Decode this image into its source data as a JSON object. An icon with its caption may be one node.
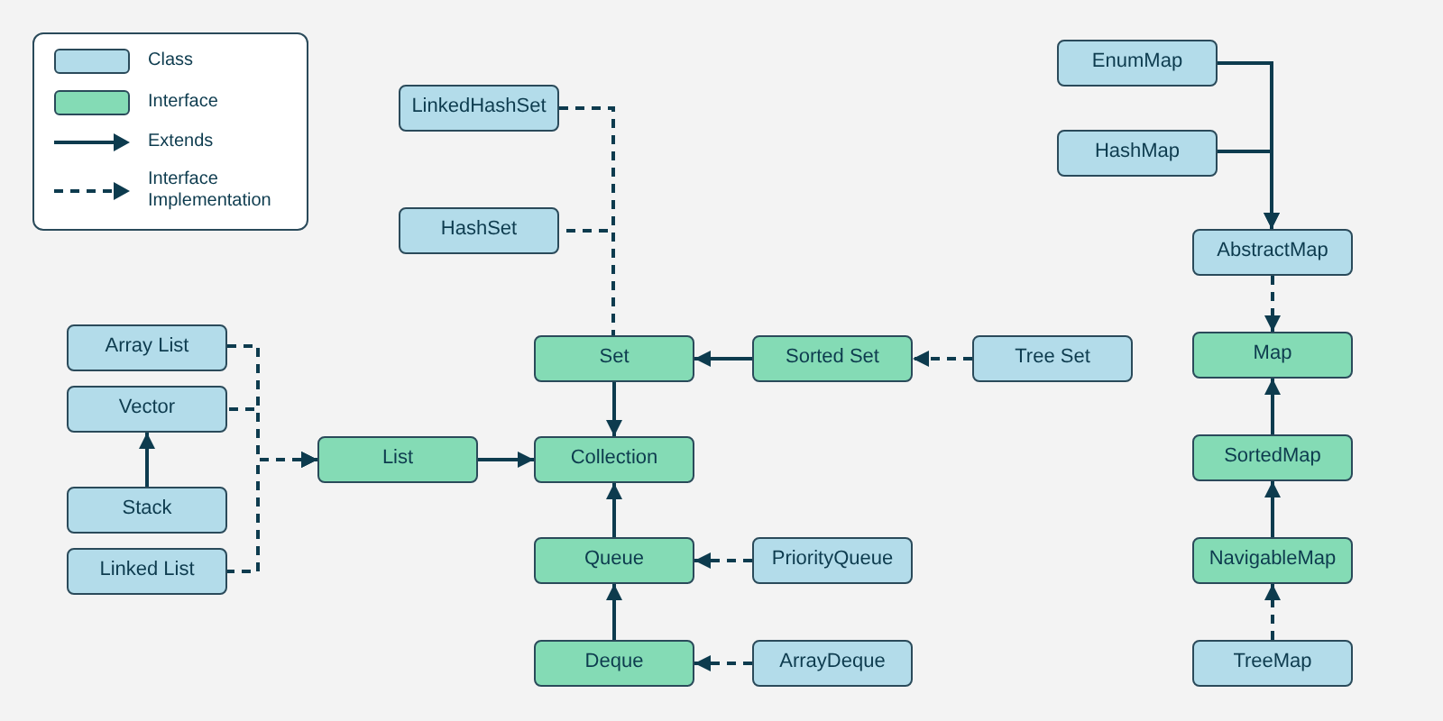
{
  "diagram": {
    "nodes": [
      {
        "text": [
          "LinkedHashSet"
        ]
      },
      {
        "text": [
          "HashSet"
        ]
      },
      {
        "text": [
          "EnumMap"
        ]
      },
      {
        "text": [
          "HashMap"
        ]
      },
      {
        "text": [
          "AbstractMap"
        ]
      },
      {
        "text": [
          "Set"
        ]
      },
      {
        "text": [
          "Sorted Set"
        ]
      },
      {
        "text": [
          "Tree Set"
        ]
      },
      {
        "text": [
          "Map"
        ]
      },
      {
        "text": [
          "Array List"
        ]
      },
      {
        "text": [
          "Vector"
        ]
      },
      {
        "text": [
          "List"
        ]
      },
      {
        "text": [
          "Collection"
        ]
      },
      {
        "text": [
          "SortedMap"
        ]
      },
      {
        "text": [
          "Stack"
        ]
      },
      {
        "text": [
          "Queue"
        ]
      },
      {
        "text": [
          "PriorityQueue"
        ]
      },
      {
        "text": [
          "NavigableMap"
        ]
      },
      {
        "text": [
          "Linked List"
        ]
      },
      {
        "text": [
          "Deque"
        ]
      },
      {
        "text": [
          "ArrayDeque"
        ]
      },
      {
        "text": [
          "TreeMap"
        ]
      }
    ],
    "edges": [
      {
        "from": 0,
        "to": 5,
        "arrow": "none",
        "style": "dashed"
      },
      {
        "from": 1,
        "to": 5,
        "arrow": "none",
        "style": "dashed"
      },
      {
        "from": 2,
        "to": 4,
        "arrow": "to"
      },
      {
        "from": 3,
        "to": 4,
        "arrow": "to"
      },
      {
        "from": 4,
        "to": 8,
        "arrow": "to",
        "style": "dashed"
      },
      {
        "from": 6,
        "to": 5,
        "arrow": "to"
      },
      {
        "from": 7,
        "to": 6,
        "arrow": "to",
        "style": "dashed"
      },
      {
        "from": 5,
        "to": 12,
        "arrow": "to"
      },
      {
        "from": 9,
        "to": 11,
        "arrow": "to",
        "style": "dashed"
      },
      {
        "from": 10,
        "to": 11,
        "arrow": "to",
        "style": "dashed"
      },
      {
        "from": 14,
        "to": 10,
        "arrow": "to"
      },
      {
        "from": 18,
        "to": 11,
        "arrow": "to",
        "style": "dashed"
      },
      {
        "from": 11,
        "to": 12,
        "arrow": "to"
      },
      {
        "from": 13,
        "to": 8,
        "arrow": "to"
      },
      {
        "from": 15,
        "to": 12,
        "arrow": "to"
      },
      {
        "from": 16,
        "to": 15,
        "arrow": "to",
        "style": "dashed"
      },
      {
        "from": 17,
        "to": 13,
        "arrow": "to"
      },
      {
        "from": 19,
        "to": 15,
        "arrow": "to"
      },
      {
        "from": 20,
        "to": 19,
        "arrow": "to",
        "style": "dashed"
      },
      {
        "from": 21,
        "to": 17,
        "arrow": "to",
        "style": "dashed"
      }
    ],
    "legend": [
      {
        "text": "Class",
        "color": "#b3dcea"
      },
      {
        "text": "Interface",
        "color": "#84dbb5"
      },
      {
        "text": "Extends"
      },
      {
        "text": "Interface Implementation"
      }
    ]
  }
}
